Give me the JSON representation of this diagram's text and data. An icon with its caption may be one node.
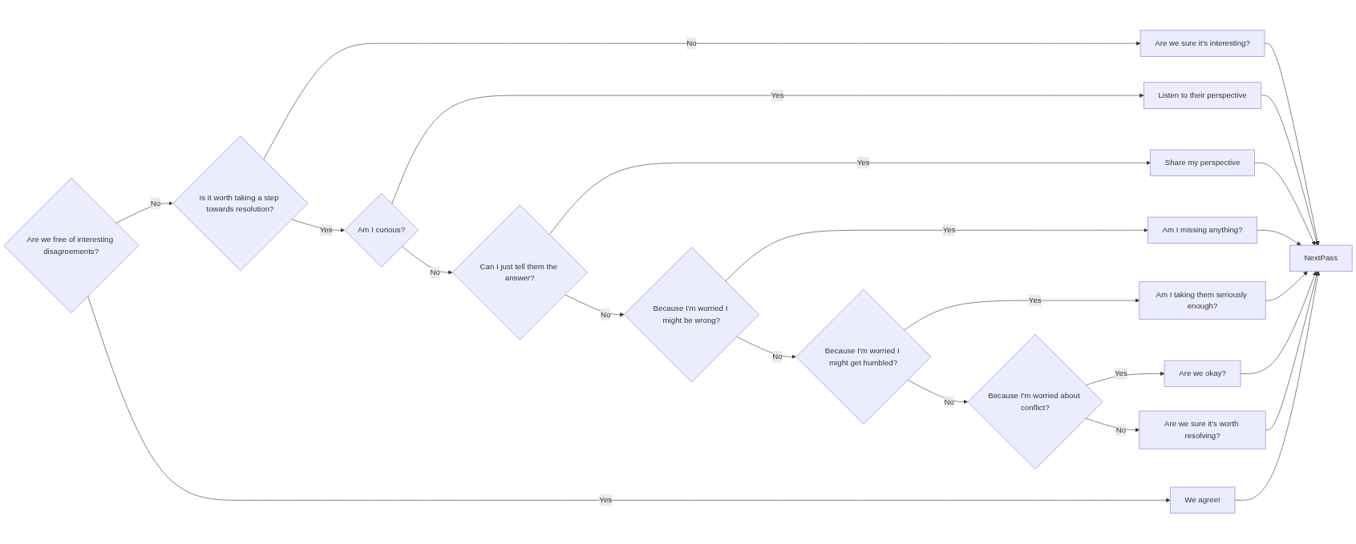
{
  "diagram": {
    "nodes": [
      {
        "text": [
          "Are we free of interesting disagreements?"
        ]
      },
      {
        "text": [
          "Is it worth taking a step towards resolution?"
        ]
      },
      {
        "text": [
          "Am I curious?"
        ]
      },
      {
        "text": [
          "Can I just tell them the answer?"
        ]
      },
      {
        "text": [
          "Because I'm worried I might be wrong?"
        ]
      },
      {
        "text": [
          "Because I'm worried I might get humbled?"
        ]
      },
      {
        "text": [
          "Because I'm worried about conflict?"
        ]
      },
      {
        "text": [
          "Are we sure it's interesting?"
        ]
      },
      {
        "text": [
          "Listen to their perspective"
        ]
      },
      {
        "text": [
          "Share my perspective"
        ]
      },
      {
        "text": [
          "Am I missing anything?"
        ]
      },
      {
        "text": [
          "Am I taking them seriously enough?"
        ]
      },
      {
        "text": [
          "Are we okay?"
        ]
      },
      {
        "text": [
          "Are we sure it's worth resolving?"
        ]
      },
      {
        "text": [
          "We agree!"
        ]
      },
      {
        "text": [
          "NextPass"
        ]
      }
    ],
    "edges": [
      {
        "from": 0,
        "to": 1,
        "label": "No",
        "arrow": "to"
      },
      {
        "from": 0,
        "to": 14,
        "label": "Yes",
        "arrow": "to"
      },
      {
        "from": 1,
        "to": 7,
        "label": "No",
        "arrow": "to"
      },
      {
        "from": 1,
        "to": 2,
        "label": "Yes",
        "arrow": "to"
      },
      {
        "from": 2,
        "to": 8,
        "label": "Yes",
        "arrow": "to"
      },
      {
        "from": 2,
        "to": 3,
        "label": "No",
        "arrow": "to"
      },
      {
        "from": 3,
        "to": 9,
        "label": "Yes",
        "arrow": "to"
      },
      {
        "from": 3,
        "to": 4,
        "label": "No",
        "arrow": "to"
      },
      {
        "from": 4,
        "to": 10,
        "label": "Yes",
        "arrow": "to"
      },
      {
        "from": 4,
        "to": 5,
        "label": "No",
        "arrow": "to"
      },
      {
        "from": 5,
        "to": 11,
        "label": "Yes",
        "arrow": "to"
      },
      {
        "from": 5,
        "to": 6,
        "label": "No",
        "arrow": "to"
      },
      {
        "from": 6,
        "to": 12,
        "label": "Yes",
        "arrow": "to"
      },
      {
        "from": 6,
        "to": 13,
        "label": "No",
        "arrow": "to"
      },
      {
        "from": 7,
        "to": 15,
        "arrow": "to"
      },
      {
        "from": 8,
        "to": 15,
        "arrow": "to"
      },
      {
        "from": 9,
        "to": 15,
        "arrow": "to"
      },
      {
        "from": 10,
        "to": 15,
        "arrow": "to"
      },
      {
        "from": 11,
        "to": 15,
        "arrow": "to"
      },
      {
        "from": 12,
        "to": 15,
        "arrow": "to"
      },
      {
        "from": 13,
        "to": 15,
        "arrow": "to"
      },
      {
        "from": 14,
        "to": 15,
        "arrow": "to"
      }
    ]
  }
}
